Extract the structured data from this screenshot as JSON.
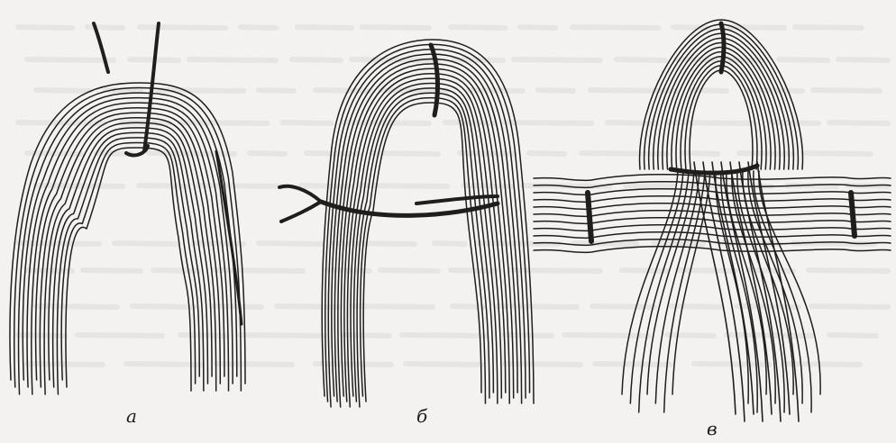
{
  "figure": {
    "labels": [
      "а",
      "б",
      "в"
    ]
  },
  "colors": {
    "ink": "#1e1e1e",
    "paper": "#f3f2f0",
    "bleed_text": "#c9c6c2"
  }
}
